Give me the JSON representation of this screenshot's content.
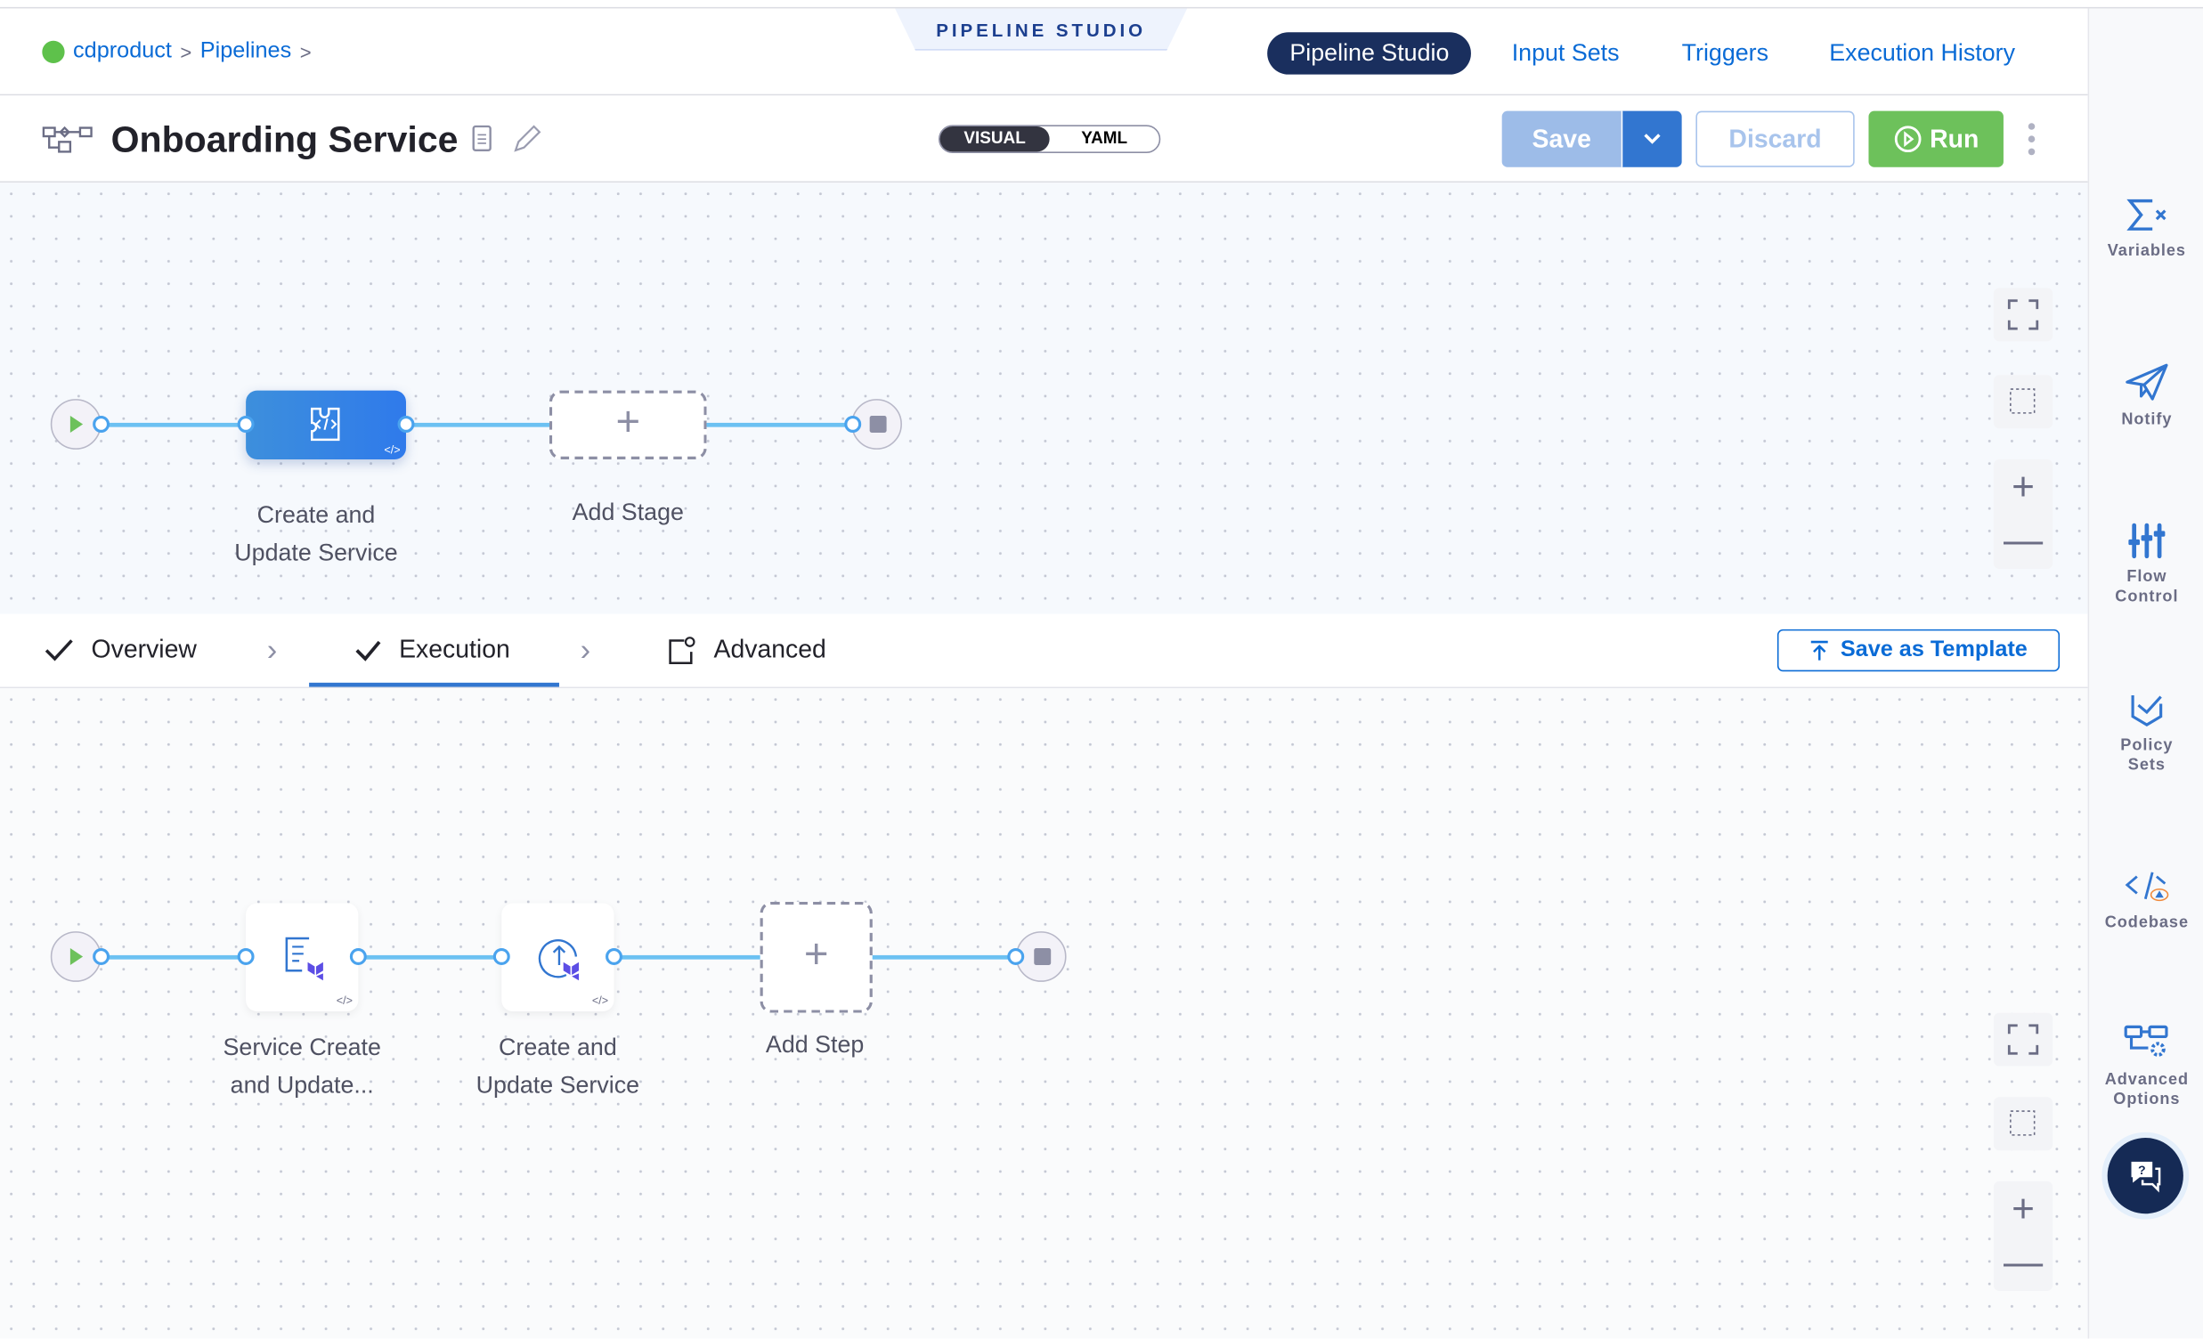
{
  "breadcrumb": {
    "items": [
      "cdproduct",
      "Pipelines"
    ]
  },
  "studio_tab": "PIPELINE STUDIO",
  "nav": {
    "tabs": [
      "Pipeline Studio",
      "Input Sets",
      "Triggers",
      "Execution History"
    ],
    "active": "Pipeline Studio"
  },
  "pipeline": {
    "title": "Onboarding Service"
  },
  "view_toggle": {
    "options": [
      "VISUAL",
      "YAML"
    ],
    "selected": "VISUAL"
  },
  "actions": {
    "save": "Save",
    "discard": "Discard",
    "run": "Run"
  },
  "stages": {
    "items": [
      {
        "line1": "Create and",
        "line2": "Update Service"
      }
    ],
    "add_label": "Add Stage"
  },
  "stage_tabs": {
    "items": [
      {
        "label": "Overview",
        "icon": "check-icon"
      },
      {
        "label": "Execution",
        "icon": "check-icon"
      },
      {
        "label": "Advanced",
        "icon": "settings-doc-icon"
      }
    ],
    "active": "Execution",
    "save_template": "Save as Template"
  },
  "steps": {
    "items": [
      {
        "line1": "Service Create",
        "line2": "and Update..."
      },
      {
        "line1": "Create and",
        "line2": "Update Service"
      }
    ],
    "add_label": "Add Step"
  },
  "sidebar": {
    "items": [
      {
        "l1": "Variables",
        "l2": ""
      },
      {
        "l1": "Notify",
        "l2": ""
      },
      {
        "l1": "Flow",
        "l2": "Control"
      },
      {
        "l1": "Policy",
        "l2": "Sets"
      },
      {
        "l1": "Codebase",
        "l2": ""
      },
      {
        "l1": "Advanced",
        "l2": "Options"
      }
    ]
  },
  "colors": {
    "primary": "#0a6bd6",
    "nav_active": "#1a2f5e",
    "run": "#6dc15b",
    "connector": "#6cc1f2",
    "save_disabled": "#9dbce8"
  }
}
